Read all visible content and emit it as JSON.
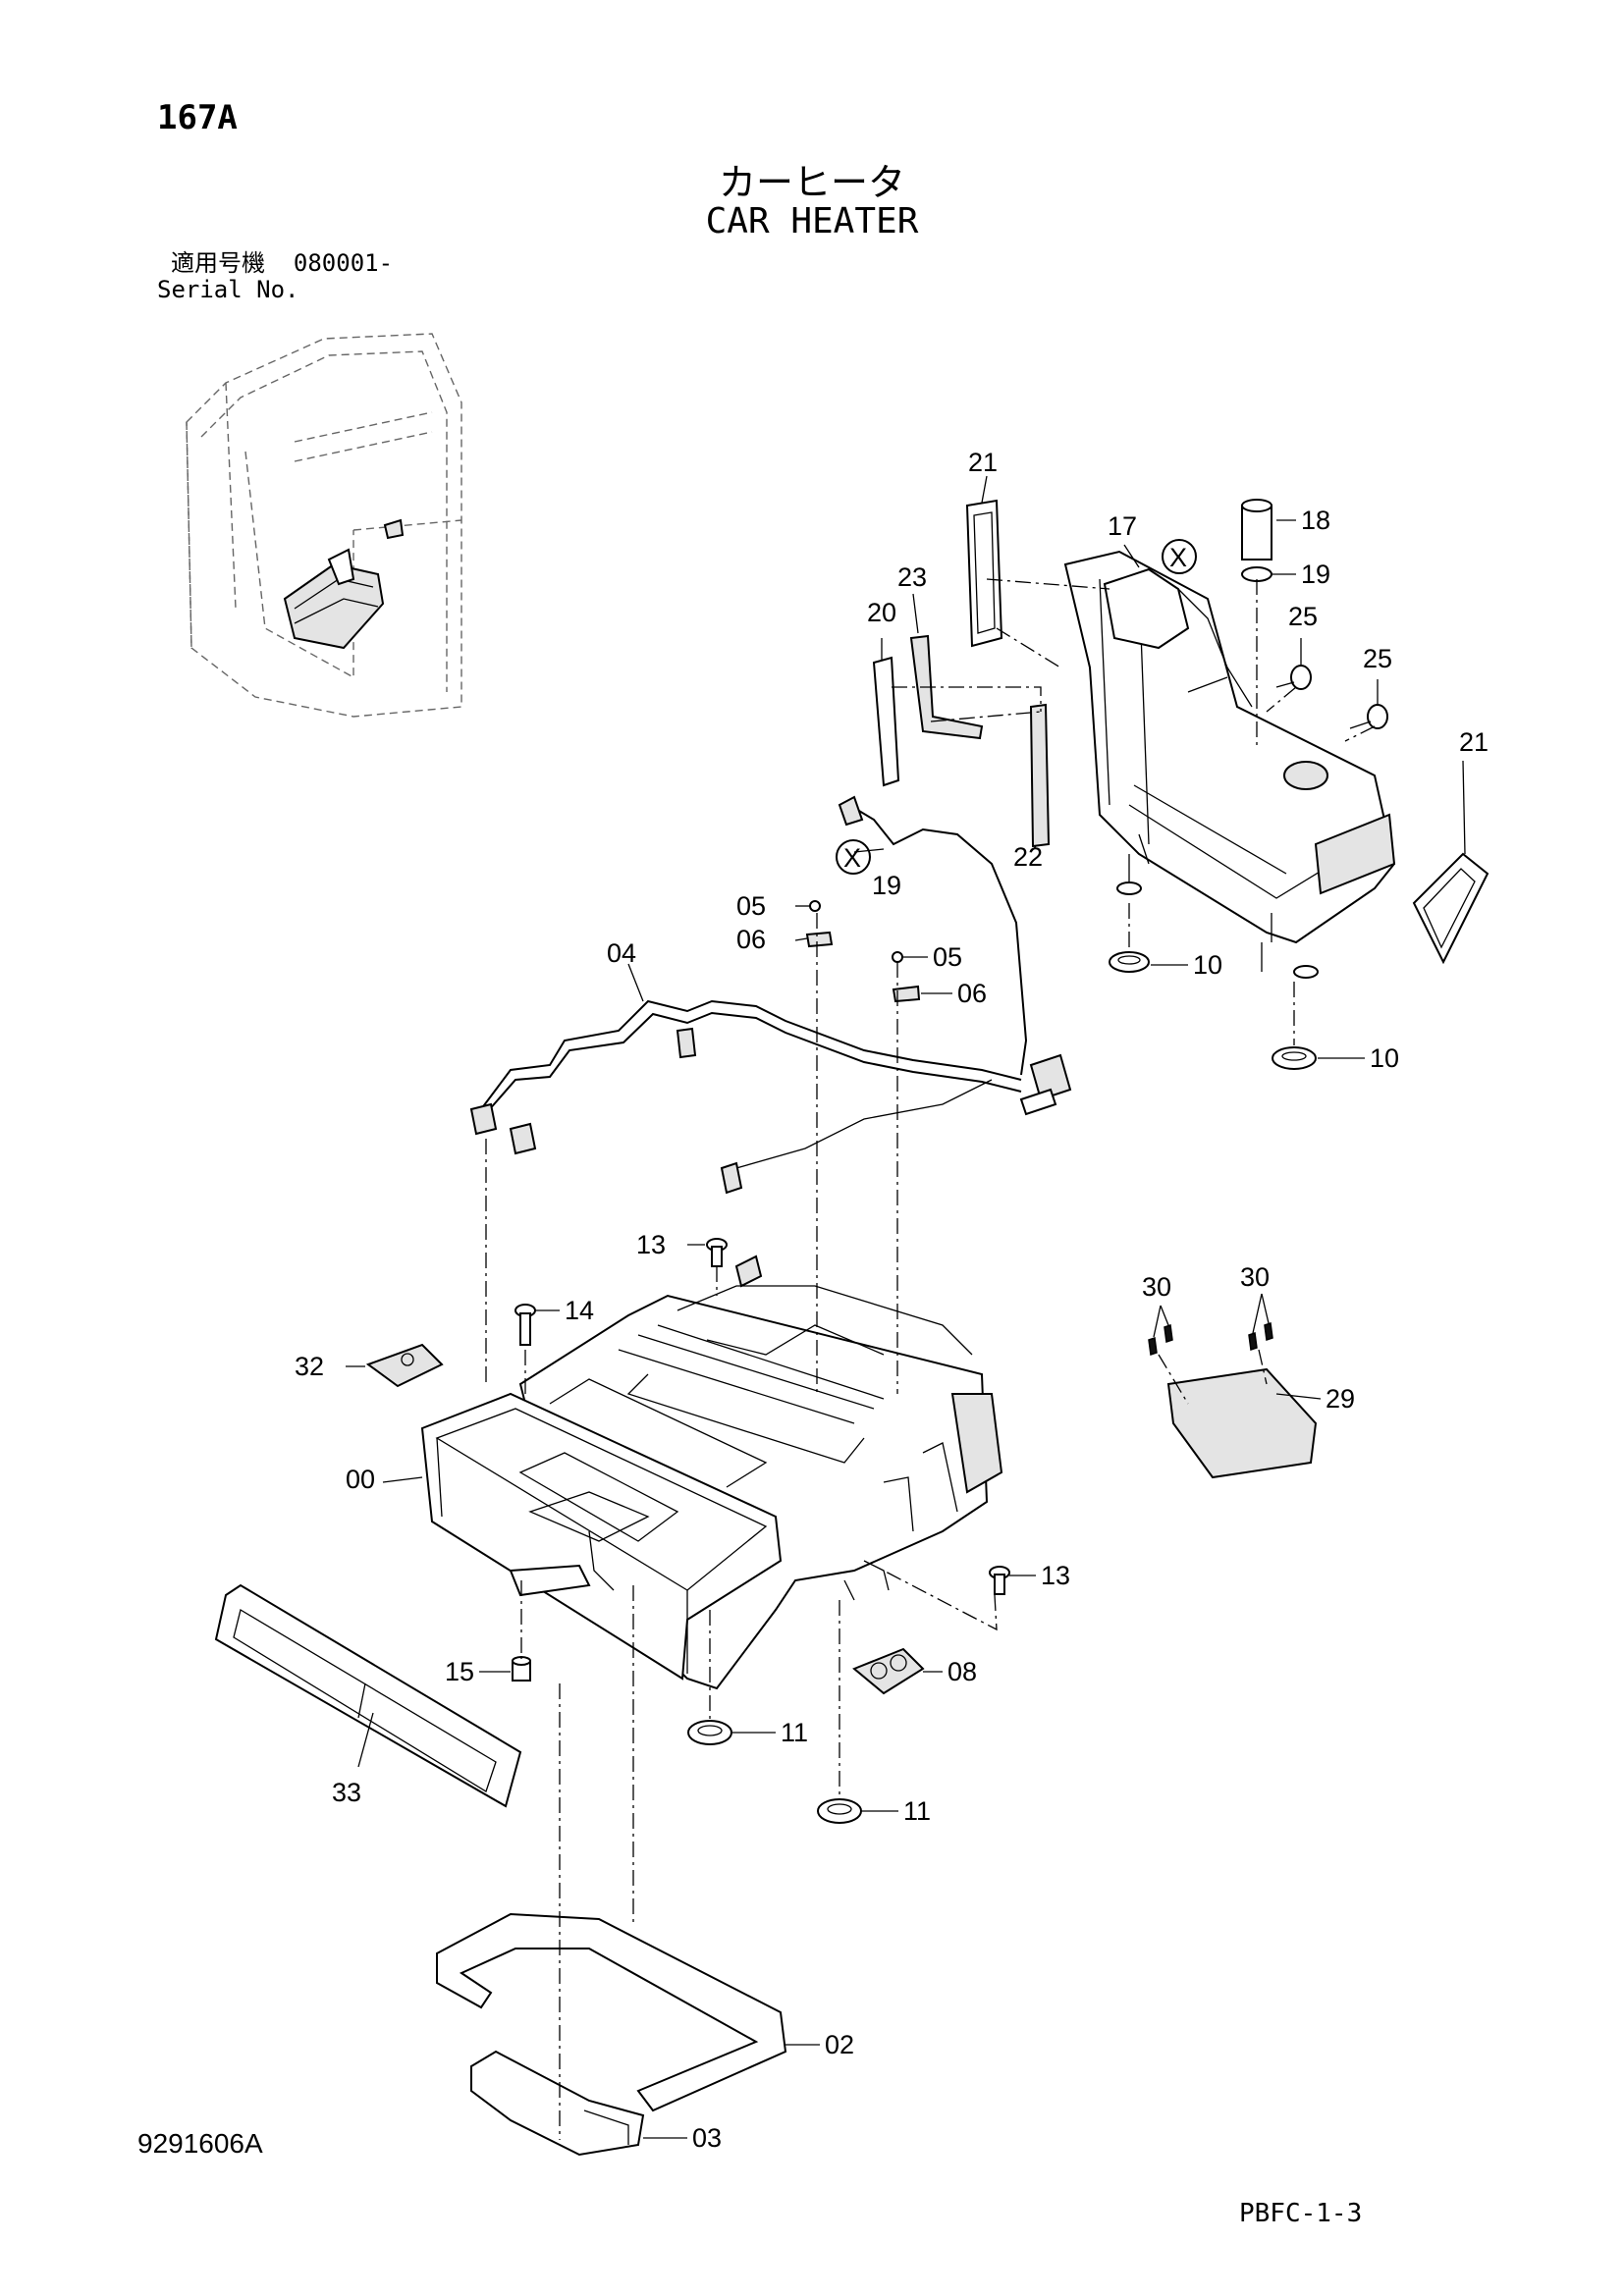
{
  "header": {
    "page_code": "167A",
    "title_jp": "カーヒータ",
    "title_en": "CAR HEATER",
    "serial_jp": "適用号機",
    "serial_value": "080001-",
    "serial_en": "Serial No."
  },
  "footer": {
    "drawing_number": "9291606A",
    "sheet_ref": "PBFC-1-3"
  },
  "callouts": {
    "c21a": "21",
    "c21b": "21",
    "c17": "17",
    "c18": "18",
    "c19a": "19",
    "c19b": "19",
    "c23": "23",
    "c20": "20",
    "c25a": "25",
    "c25b": "25",
    "c22": "22",
    "c05a": "05",
    "c05b": "05",
    "c06a": "06",
    "c06b": "06",
    "c04": "04",
    "c10a": "10",
    "c10b": "10",
    "c13a": "13",
    "c13b": "13",
    "c14": "14",
    "c30a": "30",
    "c30b": "30",
    "c29": "29",
    "c32": "32",
    "c00": "00",
    "c15": "15",
    "c08": "08",
    "c11a": "11",
    "c11b": "11",
    "c33": "33",
    "c02": "02",
    "c03": "03",
    "markX1": "X",
    "markX2": "X"
  }
}
